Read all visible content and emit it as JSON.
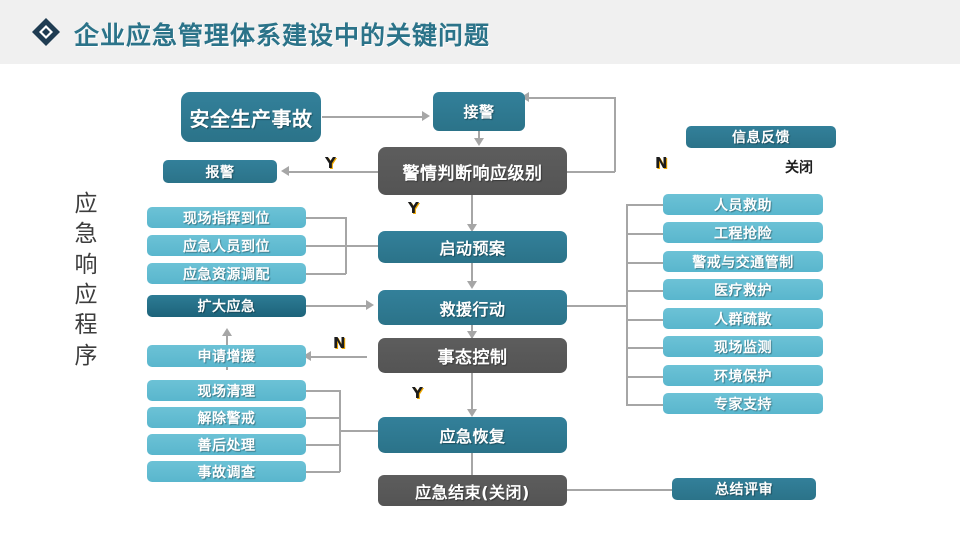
{
  "header": {
    "title": "企业应急管理体系建设中的关键问题",
    "icon": "diamond-icon",
    "bg_color": "#f0f0f0",
    "title_color": "#2b7389"
  },
  "palette": {
    "teal": "#2b7389",
    "light_blue": "#59b6cd",
    "dark_teal": "#1d637a",
    "gray": "#545454",
    "connector": "#a6a6a6"
  },
  "side_label": {
    "text": "应急响应程序",
    "chars": [
      "应",
      "急",
      "响",
      "应",
      "程",
      "序"
    ]
  },
  "nodes": {
    "accident": {
      "label": "安全生产事故",
      "color": "teal"
    },
    "alarm_receive": {
      "label": "接警",
      "color": "teal"
    },
    "judge_level": {
      "label": "警情判断响应级别",
      "color": "gray"
    },
    "report_alarm": {
      "label": "报警",
      "color": "teal"
    },
    "info_feedback": {
      "label": "信息反馈",
      "color": "teal"
    },
    "start_plan": {
      "label": "启动预案",
      "color": "teal"
    },
    "rescue_action": {
      "label": "救援行动",
      "color": "teal"
    },
    "situation_control": {
      "label": "事态控制",
      "color": "gray"
    },
    "emergency_recover": {
      "label": "应急恢复",
      "color": "teal"
    },
    "emergency_end": {
      "label": "应急结束(关闭)",
      "color": "gray"
    },
    "expand_emergency": {
      "label": "扩大应急",
      "color": "dark_teal"
    },
    "request_support": {
      "label": "申请增援",
      "color": "light_blue"
    },
    "summary_review": {
      "label": "总结评审",
      "color": "teal"
    }
  },
  "left_group_top": {
    "items": [
      {
        "label": "现场指挥到位"
      },
      {
        "label": "应急人员到位"
      },
      {
        "label": "应急资源调配"
      }
    ]
  },
  "left_group_bottom": {
    "items": [
      {
        "label": "现场清理"
      },
      {
        "label": "解除警戒"
      },
      {
        "label": "善后处理"
      },
      {
        "label": "事故调查"
      }
    ]
  },
  "right_group": {
    "items": [
      {
        "label": "人员救助"
      },
      {
        "label": "工程抢险"
      },
      {
        "label": "警戒与交通管制"
      },
      {
        "label": "医疗救护"
      },
      {
        "label": "人群疏散"
      },
      {
        "label": "现场监测"
      },
      {
        "label": "环境保护"
      },
      {
        "label": "专家支持"
      }
    ]
  },
  "edge_labels": {
    "y_report": "Y",
    "n_feedback": "N",
    "close": "关闭",
    "y_start_plan": "Y",
    "n_request": "N",
    "y_recover": "Y"
  }
}
